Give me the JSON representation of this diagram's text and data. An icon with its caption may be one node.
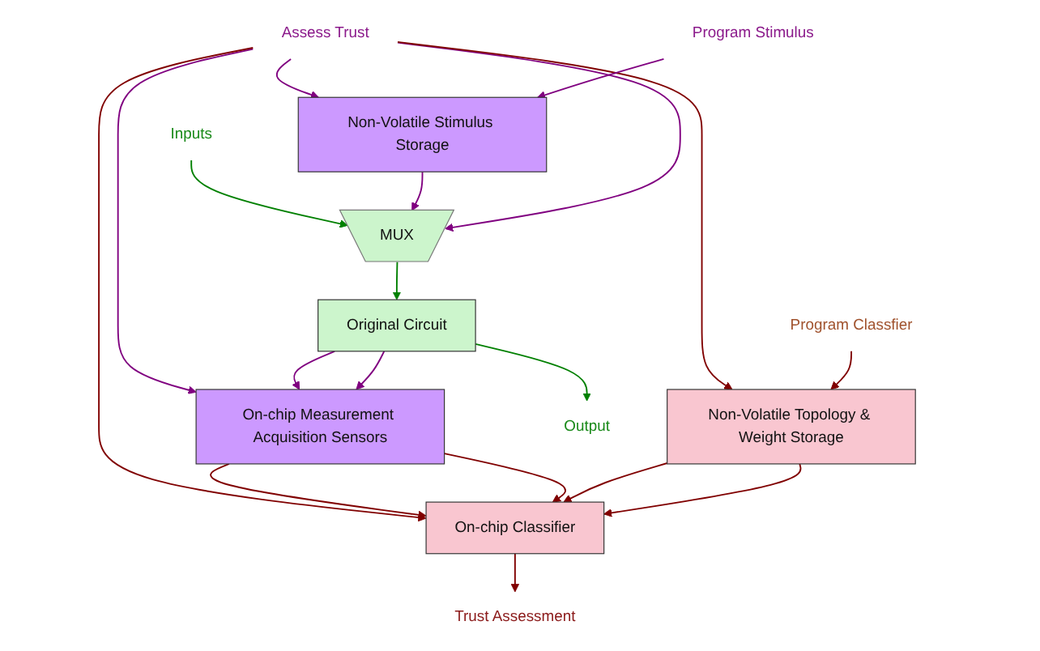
{
  "diagram": {
    "nodes": [
      {
        "text": [
          "Inputs"
        ]
      },
      {
        "text": [
          "Assess Trust"
        ]
      },
      {
        "text": [
          "Program Stimulus"
        ]
      },
      {
        "text": [
          "Program Classfier"
        ]
      },
      {
        "text": [
          "MUX"
        ]
      },
      {
        "text": [
          "Non-Volatile Stimulus Storage"
        ]
      },
      {
        "text": [
          "Non-Volatile Topology & Weight Storage"
        ]
      },
      {
        "text": [
          "Original Circuit"
        ]
      },
      {
        "text": [
          "On-chip Measurement Acquisition Sensors"
        ]
      },
      {
        "text": [
          "On-chip Classifier"
        ]
      },
      {
        "text": [
          "Output"
        ]
      },
      {
        "text": [
          "Trust Assessment"
        ]
      }
    ],
    "edges": [
      {
        "from": 0,
        "to": 4,
        "arrow": "to",
        "color": "#008000"
      },
      {
        "from": 5,
        "to": 4,
        "arrow": "to",
        "color": "#800080"
      },
      {
        "from": 1,
        "to": 5,
        "arrow": "to",
        "color": "#800080"
      },
      {
        "from": 1,
        "to": 4,
        "arrow": "to",
        "color": "#800080"
      },
      {
        "from": 1,
        "to": 8,
        "arrow": "to",
        "color": "#800080"
      },
      {
        "from": 1,
        "to": 6,
        "arrow": "to"
      },
      {
        "from": 1,
        "to": 9,
        "arrow": "to"
      },
      {
        "from": 2,
        "to": 5,
        "arrow": "to",
        "color": "#800080"
      },
      {
        "from": 3,
        "to": 6,
        "arrow": "to"
      },
      {
        "from": 4,
        "to": 7,
        "arrow": "to",
        "color": "#008000"
      },
      {
        "from": 7,
        "to": 8,
        "arrow": "to",
        "color": "#800080"
      },
      {
        "from": 7,
        "to": 8,
        "arrow": "to",
        "color": "#800080"
      },
      {
        "from": 8,
        "to": 9,
        "arrow": "to"
      },
      {
        "from": 8,
        "to": 9,
        "arrow": "to"
      },
      {
        "from": 6,
        "to": 9,
        "arrow": "to"
      },
      {
        "from": 6,
        "to": 9,
        "arrow": "to"
      },
      {
        "from": 7,
        "to": 10,
        "arrow": "to",
        "color": "#008000"
      },
      {
        "from": 9,
        "to": 11,
        "arrow": "to"
      }
    ]
  }
}
